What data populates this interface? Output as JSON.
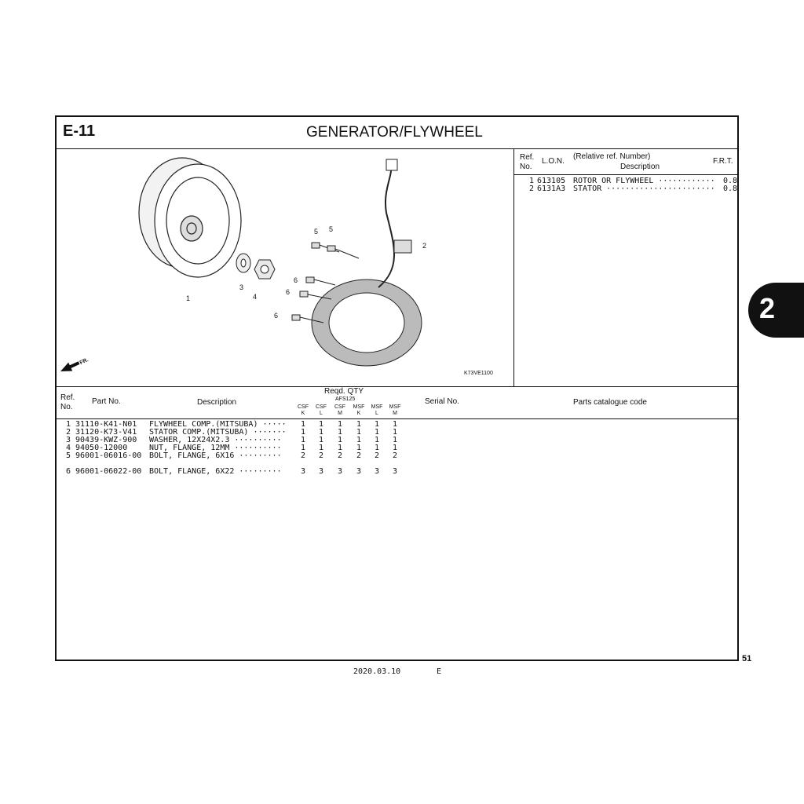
{
  "page": {
    "section": "E-11",
    "title": "GENERATOR/FLYWHEEL",
    "chapter_tab": "2",
    "page_number": "51",
    "date": "2020.03.10",
    "edition": "E"
  },
  "diagram": {
    "code": "K73VE1100",
    "front_label": "FR.",
    "callouts": [
      "1",
      "2",
      "3",
      "4",
      "5",
      "5",
      "6",
      "6",
      "6"
    ]
  },
  "frt_table": {
    "headers": {
      "ref": "Ref.",
      "no": "No.",
      "lon": "L.O.N.",
      "relative": "(Relative ref. Number)",
      "description": "Description",
      "frt": "F.R.T."
    },
    "rows": [
      {
        "ref": "1",
        "lon": "613105",
        "description": "ROTOR OR FLYWHEEL ············",
        "frt": "0.8"
      },
      {
        "ref": "2",
        "lon": "6131A3",
        "description": "STATOR ·······················",
        "frt": "0.8"
      }
    ]
  },
  "parts_table": {
    "headers": {
      "ref": "Ref.",
      "no": "No.",
      "part_no": "Part No.",
      "description": "Description",
      "reqd_qty": "Reqd. QTY",
      "model": "AFS125",
      "serial": "Serial No.",
      "catalogue": "Parts catalogue code"
    },
    "qty_columns": [
      [
        "CSF",
        "K"
      ],
      [
        "CSF",
        "L"
      ],
      [
        "CSF",
        "M"
      ],
      [
        "MSF",
        "K"
      ],
      [
        "MSF",
        "L"
      ],
      [
        "MSF",
        "M"
      ]
    ],
    "rows": [
      {
        "ref": "1",
        "part_no": "31110-K41-N01",
        "description": "FLYWHEEL COMP.(MITSUBA) ·····",
        "qty": [
          "1",
          "1",
          "1",
          "1",
          "1",
          "1"
        ]
      },
      {
        "ref": "2",
        "part_no": "31120-K73-V41",
        "description": "STATOR COMP.(MITSUBA) ·······",
        "qty": [
          "1",
          "1",
          "1",
          "1",
          "1",
          "1"
        ]
      },
      {
        "ref": "3",
        "part_no": "90439-KWZ-900",
        "description": "WASHER, 12X24X2.3 ··········",
        "qty": [
          "1",
          "1",
          "1",
          "1",
          "1",
          "1"
        ]
      },
      {
        "ref": "4",
        "part_no": "94050-12000",
        "description": "NUT, FLANGE, 12MM ··········",
        "qty": [
          "1",
          "1",
          "1",
          "1",
          "1",
          "1"
        ]
      },
      {
        "ref": "5",
        "part_no": "96001-06016-00",
        "description": "BOLT, FLANGE, 6X16 ·········",
        "qty": [
          "2",
          "2",
          "2",
          "2",
          "2",
          "2"
        ]
      },
      {
        "ref": "6",
        "part_no": "96001-06022-00",
        "description": "BOLT, FLANGE, 6X22 ·········",
        "qty": [
          "3",
          "3",
          "3",
          "3",
          "3",
          "3"
        ]
      }
    ]
  }
}
